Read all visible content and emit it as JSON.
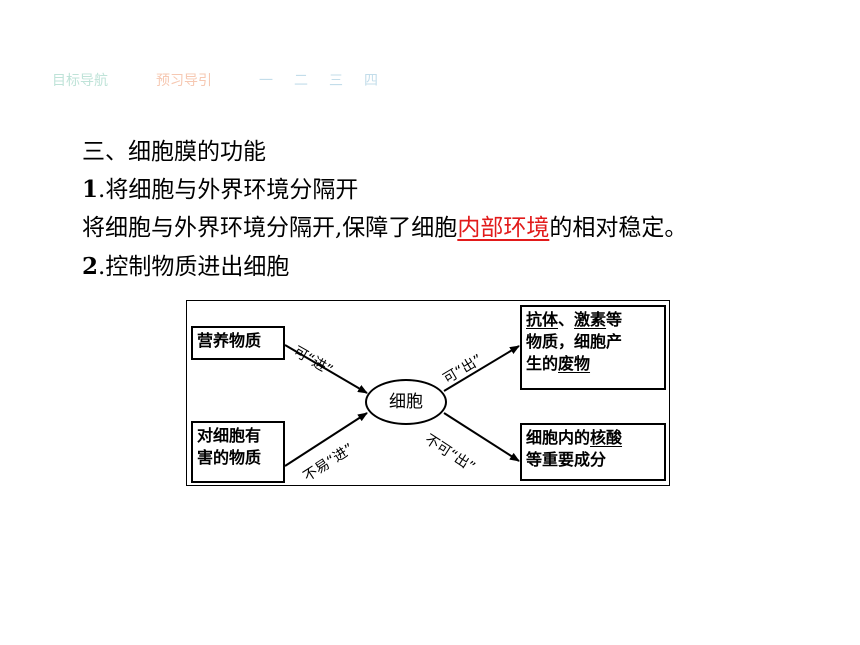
{
  "nav": {
    "item1": "目标导航",
    "item2": "预习导引",
    "item3": "一",
    "item4": "二",
    "item5": "三",
    "item6": "四"
  },
  "content": {
    "heading": "三、细胞膜的功能",
    "sub1_num": "1",
    "sub1_text": ".将细胞与外界环境分隔开",
    "para_before": "将细胞与外界环境分隔开,保障了细胞",
    "para_answer": "内部环境",
    "para_after": "的相对稳定。",
    "sub2_num": "2",
    "sub2_text": ".控制物质进出细胞"
  },
  "diagram": {
    "box1": "营养物质",
    "box2_line1": "对细胞有",
    "box2_line2": "害的物质",
    "box3_line1_a": "抗体",
    "box3_line1_b": "、",
    "box3_line1_c": "激素",
    "box3_line1_d": "等",
    "box3_line2": "物质，细胞产",
    "box3_line3_a": "生的",
    "box3_line3_b": "废物",
    "box4_line1_a": "细胞内的",
    "box4_line1_b": "核酸",
    "box4_line2": "等重要成分",
    "center": "细胞",
    "label_in": "可“进”",
    "label_in_hard": "不易“进”",
    "label_out": "可“出”",
    "label_out_not": "不可“出”"
  }
}
